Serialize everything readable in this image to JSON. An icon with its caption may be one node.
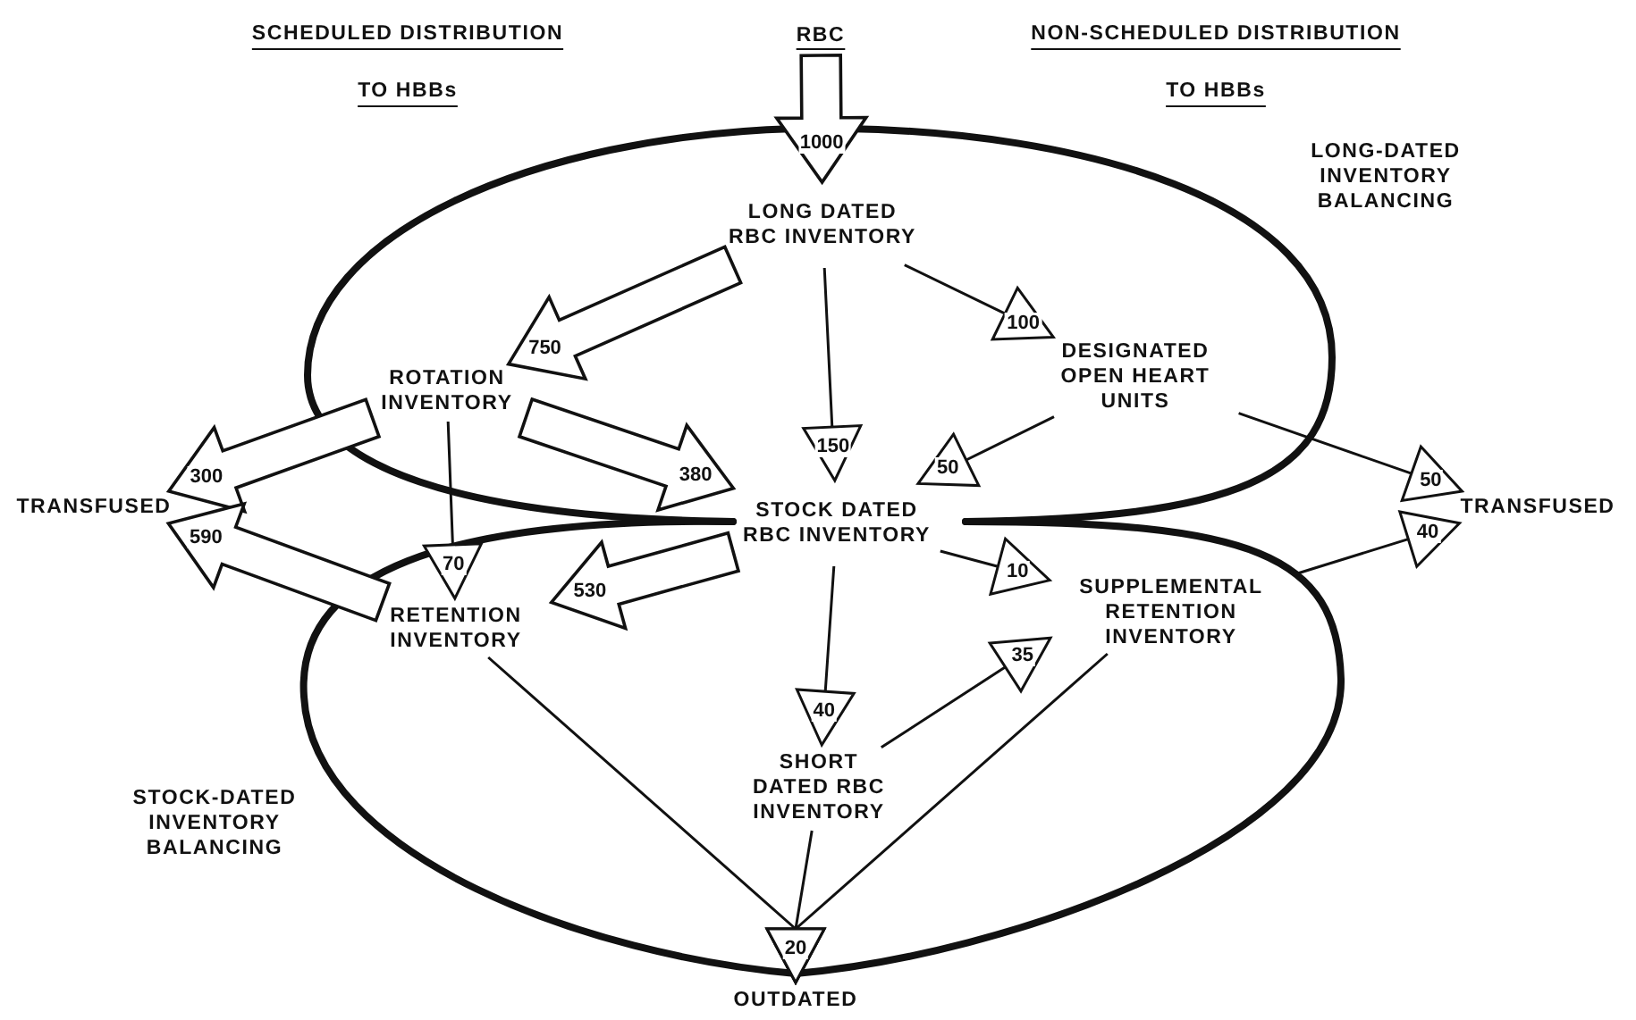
{
  "diagram": {
    "nodes": [
      {
        "text": [
          "RBC"
        ]
      },
      {
        "text": [
          "LONG DATED RBC INVENTORY"
        ]
      },
      {
        "text": [
          "ROTATION INVENTORY"
        ]
      },
      {
        "text": [
          "DESIGNATED OPEN HEART UNITS"
        ]
      },
      {
        "text": [
          "STOCK DATED RBC INVENTORY"
        ]
      },
      {
        "text": [
          "RETENTION INVENTORY"
        ]
      },
      {
        "text": [
          "SUPPLEMENTAL RETENTION INVENTORY"
        ]
      },
      {
        "text": [
          "SHORT DATED RBC INVENTORY"
        ]
      },
      {
        "text": [
          "TRANSFUSED"
        ]
      },
      {
        "text": [
          "TRANSFUSED"
        ]
      },
      {
        "text": [
          "OUTDATED"
        ]
      }
    ],
    "edges": [
      {
        "from": 0,
        "to": 1,
        "arrow": "to",
        "label": "1000",
        "style": "thick"
      },
      {
        "from": 1,
        "to": 2,
        "arrow": "to",
        "label": "750",
        "style": "thick"
      },
      {
        "from": 1,
        "to": 4,
        "arrow": "to",
        "label": "150"
      },
      {
        "from": 1,
        "to": 3,
        "arrow": "to",
        "label": "100"
      },
      {
        "from": 2,
        "to": 8,
        "arrow": "to",
        "label": "300",
        "style": "thick"
      },
      {
        "from": 2,
        "to": 4,
        "arrow": "to",
        "label": "380",
        "style": "thick"
      },
      {
        "from": 2,
        "to": 5,
        "arrow": "to",
        "label": "70"
      },
      {
        "from": 3,
        "to": 4,
        "arrow": "to",
        "label": "50"
      },
      {
        "from": 3,
        "to": 9,
        "arrow": "to",
        "label": "50"
      },
      {
        "from": 4,
        "to": 5,
        "arrow": "to",
        "label": "530",
        "style": "thick"
      },
      {
        "from": 4,
        "to": 6,
        "arrow": "to",
        "label": "10"
      },
      {
        "from": 4,
        "to": 7,
        "arrow": "to",
        "label": "40"
      },
      {
        "from": 5,
        "to": 8,
        "arrow": "to",
        "label": "590",
        "style": "thick"
      },
      {
        "from": 6,
        "to": 9,
        "arrow": "to",
        "label": "40"
      },
      {
        "from": 7,
        "to": 6,
        "arrow": "to",
        "label": "35"
      },
      {
        "from": 5,
        "to": 10,
        "arrow": "to"
      },
      {
        "from": 7,
        "to": 10,
        "arrow": "to",
        "label": "20"
      },
      {
        "from": 6,
        "to": 10,
        "arrow": "to"
      }
    ],
    "labels": [
      "SCHEDULED DISTRIBUTION",
      "TO HBBs",
      "NON-SCHEDULED DISTRIBUTION",
      "TO HBBs",
      "LONG-DATED INVENTORY BALANCING",
      "STOCK-DATED INVENTORY BALANCING"
    ]
  }
}
